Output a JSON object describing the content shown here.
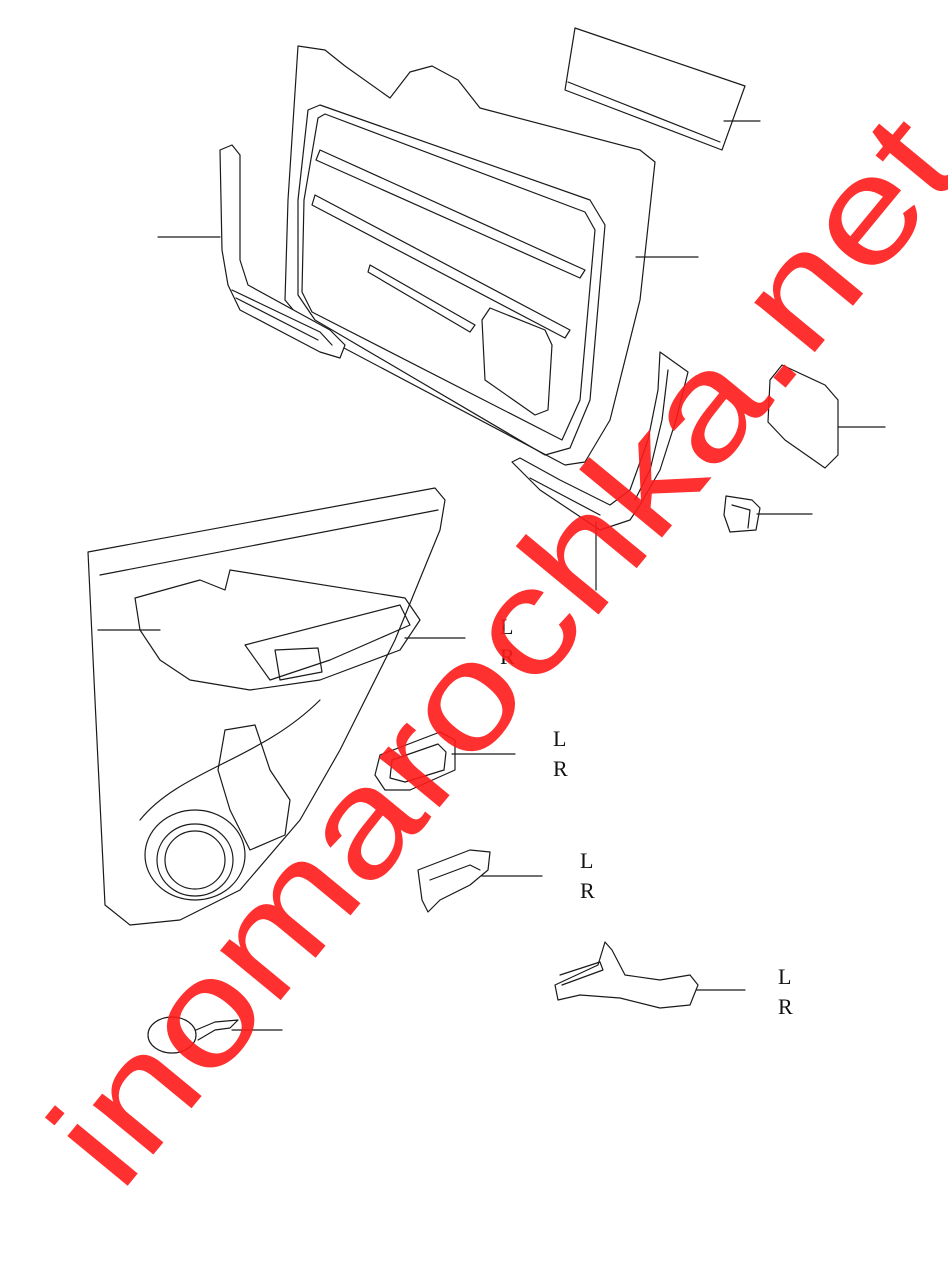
{
  "labels": {
    "door_trim": {
      "left": "L",
      "right": "R"
    },
    "handle_bezel": {
      "left": "L",
      "right": "R"
    },
    "inner_handle": {
      "left": "L",
      "right": "R"
    },
    "pull_handle": {
      "left": "L",
      "right": "R"
    }
  },
  "watermark": {
    "text": "inomarochka.net",
    "color": "#ff1a1a"
  }
}
